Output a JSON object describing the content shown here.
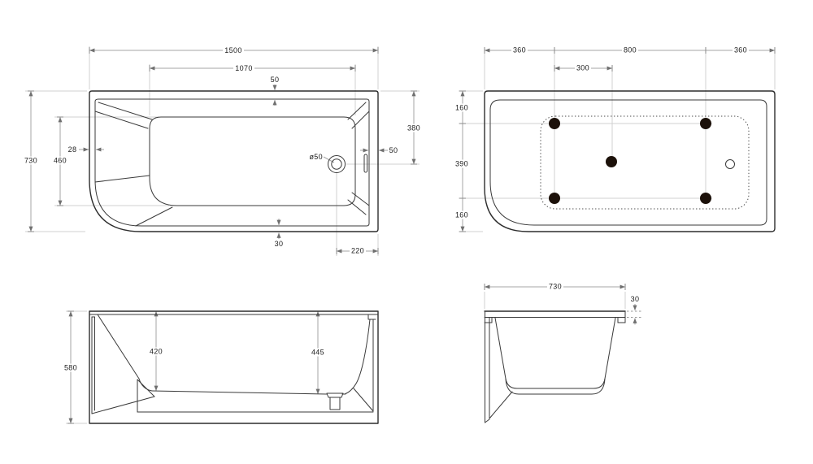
{
  "colors": {
    "background": "#ffffff",
    "outline": "#2d2d2d",
    "thin_line": "#3a3a3a",
    "dim_line": "#a6a6a6",
    "extension_line": "#d0d0d0",
    "arrow": "#6f6f6f",
    "label_text": "#1b1b1b",
    "foot_fill": "#1c110a"
  },
  "views": {
    "plan": {
      "dims": {
        "overall_length": "1500",
        "basin_length": "1070",
        "rim_top": "50",
        "overall_width": "730",
        "basin_width": "460",
        "wall_thickness": "28",
        "drain_diameter": "ø50",
        "drain_from_head_end": "380",
        "rim_right": "50",
        "rim_bottom": "30",
        "drain_from_right_end": "220"
      }
    },
    "bottom": {
      "dims": {
        "feet_inset_left": "360",
        "feet_spacing_length": "800",
        "feet_inset_right": "360",
        "center_foot_offset": "300",
        "feet_inset_top": "160",
        "feet_spacing_width": "390",
        "feet_inset_bottom": "160"
      }
    },
    "side": {
      "dims": {
        "overall_height": "580",
        "inner_depth_head": "420",
        "inner_depth_drain": "445"
      }
    },
    "end": {
      "dims": {
        "overall_width": "730",
        "rim_height": "30"
      }
    }
  }
}
